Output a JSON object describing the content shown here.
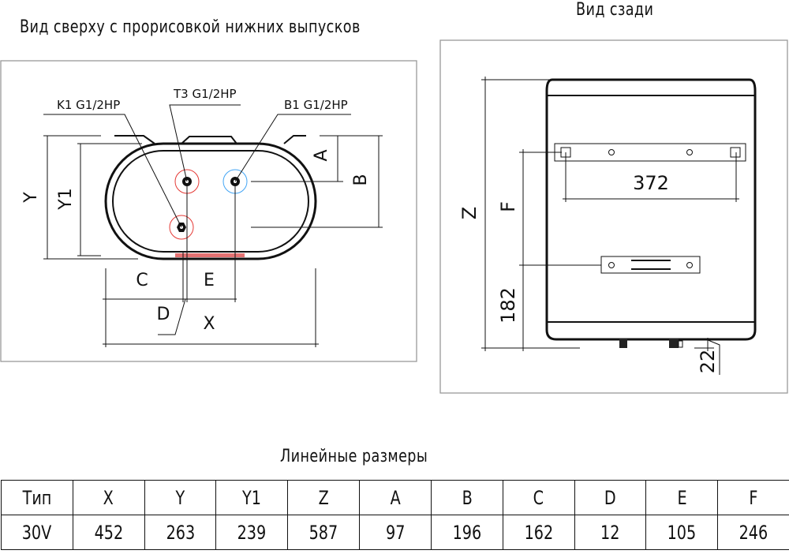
{
  "top_view": {
    "title": "Вид сверху с прорисовкой нижних выпусков",
    "labels": {
      "k1": "K1 G1/2HP",
      "t3": "T3 G1/2HP",
      "b1": "B1 G1/2HP"
    },
    "dims": {
      "y": "Y",
      "y1": "Y1",
      "a": "A",
      "b": "B",
      "c": "C",
      "d": "D",
      "e": "E",
      "x": "X"
    },
    "colors": {
      "hot": "#e53935",
      "cold": "#42a5f5"
    }
  },
  "back_view": {
    "title": "Вид сзади",
    "dims": {
      "z": "Z",
      "f": "F",
      "bracket_spacing": "372",
      "bottom": "182",
      "pipe": "22"
    }
  },
  "table": {
    "title": "Линейные размеры",
    "headers": [
      "Тип",
      "X",
      "Y",
      "Y1",
      "Z",
      "A",
      "B",
      "C",
      "D",
      "E",
      "F"
    ],
    "rows": [
      [
        "30V",
        "452",
        "263",
        "239",
        "587",
        "97",
        "196",
        "162",
        "12",
        "105",
        "246"
      ]
    ]
  }
}
